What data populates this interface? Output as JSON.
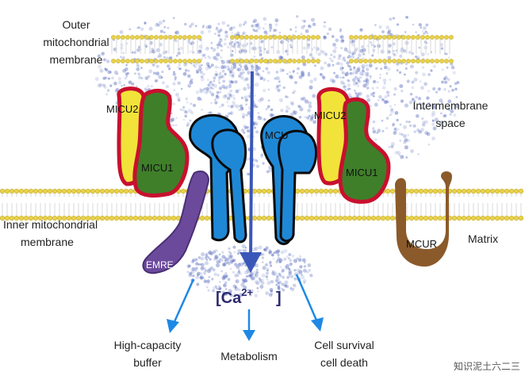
{
  "colors": {
    "membrane_bead": "#e8d24a",
    "membrane_stripe": "#e8e8e8",
    "dot": "#5b6fbf",
    "mcu": "#1e88d6",
    "micu2": "#f2e33a",
    "micu1": "#3f7f2a",
    "micu_border": "#c8102e",
    "emre": "#6b4a9c",
    "mcur": "#8b5a2b",
    "arrow": "#1e88e5",
    "flux_arrow": "#3a57b8"
  },
  "labels": {
    "outer_membrane": [
      "Outer",
      "mitochondrial",
      "membrane"
    ],
    "intermembrane_space": [
      "Intermembrane",
      "space"
    ],
    "inner_membrane": [
      "Inner mitochondrial",
      "membrane"
    ],
    "matrix": "Matrix",
    "micu2_left": "MICU2",
    "micu1_left": "MICU1",
    "micu2_right": "MICU2",
    "micu1_right": "MICU1",
    "mcu": "MCU",
    "emre": "EMRE",
    "mcur": "MCUR",
    "calcium_base": "[Ca",
    "calcium_sup": "2+",
    "calcium_close": "]",
    "outputs": {
      "buffer": [
        "High-capacity",
        "buffer"
      ],
      "metabolism": [
        "Metabolism"
      ],
      "survival": [
        "Cell survival",
        "cell death"
      ]
    },
    "watermark": "知识泥土六二三"
  }
}
